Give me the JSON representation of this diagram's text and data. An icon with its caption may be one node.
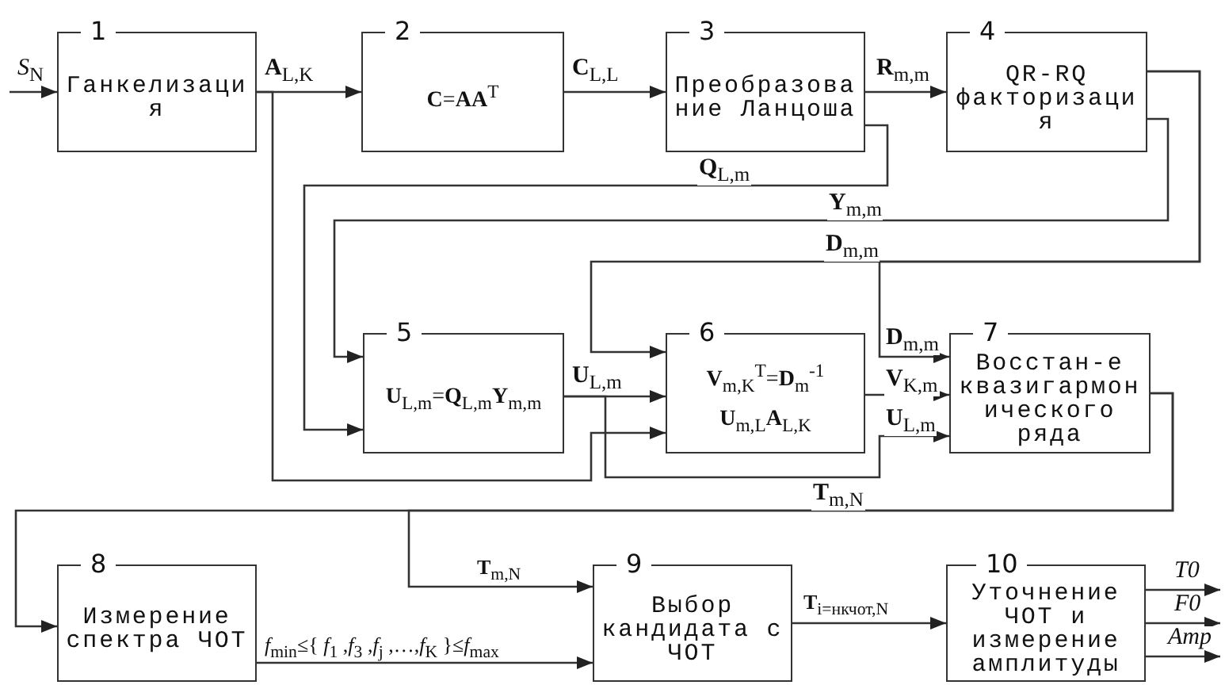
{
  "diagram": {
    "nodes": [
      {
        "text": [
          "1",
          "Ганкелизация"
        ]
      },
      {
        "text": [
          "2",
          "**C**=**AA**$^{T}$"
        ]
      },
      {
        "text": [
          "3",
          "Преобразование Ланцоша"
        ]
      },
      {
        "text": [
          "4",
          "QR-RQ факторизация"
        ]
      },
      {
        "text": [
          "5",
          "**U**$_{L,m}$=**Q**$_{L,m}$**Y**$_{m,m}$"
        ]
      },
      {
        "text": [
          "6",
          "**V**$_{m,K}$$^{T}$=**D**$_{m}$$^{-1}$",
          "**U**$_{m,L}$**A**$_{L,K}$"
        ]
      },
      {
        "text": [
          "7",
          "Восстан-е квазигармонического ряда"
        ]
      },
      {
        "text": [
          "8",
          "Измерение спектра ЧОТ"
        ]
      },
      {
        "text": [
          "9",
          "Выбор кандидата с ЧОТ"
        ]
      },
      {
        "text": [
          "10",
          "Уточнение ЧОТ и измерение амплитуды"
        ]
      }
    ],
    "edges": [
      {
        "from": null,
        "to": 0,
        "arrow": "to",
        "label": "*S*$_{N}$"
      },
      {
        "from": 0,
        "to": 1,
        "arrow": "to",
        "label": "**A**$_{L,K}$"
      },
      {
        "from": 0,
        "to": 5,
        "arrow": "to"
      },
      {
        "from": 1,
        "to": 2,
        "arrow": "to",
        "label": "**C**$_{L,L}$"
      },
      {
        "from": 2,
        "to": 3,
        "arrow": "to",
        "label": "**R**$_{m,m}$"
      },
      {
        "from": 2,
        "to": 4,
        "arrow": "to",
        "label": "**Q**$_{L,m}$"
      },
      {
        "from": 3,
        "to": 4,
        "arrow": "to",
        "label": "**Y**$_{m,m}$"
      },
      {
        "from": 3,
        "to": 5,
        "arrow": "to",
        "label": "**D**$_{m,m}$"
      },
      {
        "from": 3,
        "to": 6,
        "arrow": "to",
        "label": "**D**$_{m,m}$"
      },
      {
        "from": 4,
        "to": 5,
        "arrow": "to",
        "label": "**U**$_{L,m}$"
      },
      {
        "from": 4,
        "to": 6,
        "arrow": "to",
        "label": "**U**$_{L,m}$"
      },
      {
        "from": 5,
        "to": 6,
        "arrow": "to",
        "label": "**V**$_{K,m}$"
      },
      {
        "from": 6,
        "to": 7,
        "arrow": "to",
        "label": "**T**$_{m,N}$"
      },
      {
        "from": 6,
        "to": 8,
        "arrow": "to",
        "label": "**T**$_{m,N}$"
      },
      {
        "from": 7,
        "to": 8,
        "arrow": "to",
        "label": "*f*$_{min}$≤{ *f*$_{1}$ ,*f*$_{3}$ ,*f*$_{j}$ ,…,*f*$_{K}$ }≤*f*$_{max}$"
      },
      {
        "from": 8,
        "to": 9,
        "arrow": "to",
        "label": "**T**$_{i=нкчот,N}$"
      },
      {
        "from": 9,
        "to": null,
        "arrow": "to",
        "label": "T0"
      },
      {
        "from": 9,
        "to": null,
        "arrow": "to",
        "label": "F0"
      },
      {
        "from": 9,
        "to": null,
        "arrow": "to",
        "label": "Amp"
      }
    ]
  }
}
